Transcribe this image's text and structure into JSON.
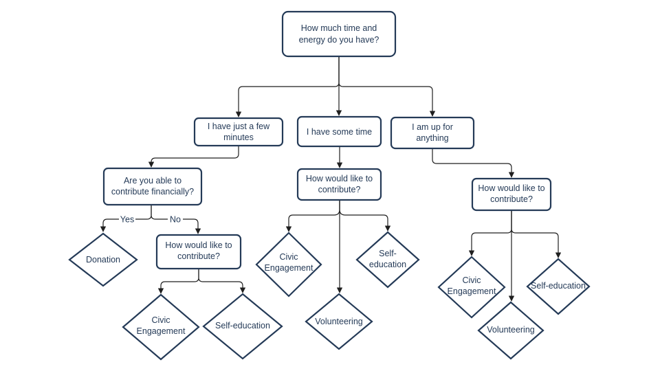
{
  "diagram": {
    "colors": {
      "shape_stroke": "#243a57",
      "text": "#243a57",
      "connector": "#1f1f1f",
      "background": "#ffffff"
    },
    "nodes": [
      {
        "id": "q_time",
        "shape": "rect",
        "lines": [
          "How much time and",
          "energy do you have?"
        ]
      },
      {
        "id": "few_minutes",
        "shape": "rect",
        "lines": [
          "I have just a few",
          "minutes"
        ]
      },
      {
        "id": "some_time",
        "shape": "rect",
        "lines": [
          "I have some time"
        ]
      },
      {
        "id": "anything",
        "shape": "rect",
        "lines": [
          "I am up for",
          "anything"
        ]
      },
      {
        "id": "q_financial",
        "shape": "rect",
        "lines": [
          "Are you able to",
          "contribute financially?"
        ]
      },
      {
        "id": "q_contribute_mid",
        "shape": "rect",
        "lines": [
          "How would like to",
          "contribute?"
        ]
      },
      {
        "id": "q_contribute_right",
        "shape": "rect",
        "lines": [
          "How would like to",
          "contribute?"
        ]
      },
      {
        "id": "donation",
        "shape": "diamond",
        "lines": [
          "Donation"
        ]
      },
      {
        "id": "q_contribute_left",
        "shape": "rect",
        "lines": [
          "How would like to",
          "contribute?"
        ]
      },
      {
        "id": "civic_mid",
        "shape": "diamond",
        "lines": [
          "Civic",
          "Engagement"
        ]
      },
      {
        "id": "self_ed_mid",
        "shape": "diamond",
        "lines": [
          "Self-",
          "education"
        ]
      },
      {
        "id": "volunteer_mid",
        "shape": "diamond",
        "lines": [
          "Volunteering"
        ]
      },
      {
        "id": "civic_right",
        "shape": "diamond",
        "lines": [
          "Civic",
          "Engagement"
        ]
      },
      {
        "id": "self_ed_right",
        "shape": "diamond",
        "lines": [
          "Self-education"
        ]
      },
      {
        "id": "volunteer_right",
        "shape": "diamond",
        "lines": [
          "Volunteering"
        ]
      },
      {
        "id": "civic_left",
        "shape": "diamond",
        "lines": [
          "Civic",
          "Engagement"
        ]
      },
      {
        "id": "self_ed_left",
        "shape": "diamond",
        "lines": [
          "Self-education"
        ]
      }
    ],
    "edges": [
      {
        "from": "q_time",
        "to": "few_minutes",
        "label": ""
      },
      {
        "from": "q_time",
        "to": "some_time",
        "label": ""
      },
      {
        "from": "q_time",
        "to": "anything",
        "label": ""
      },
      {
        "from": "few_minutes",
        "to": "q_financial",
        "label": ""
      },
      {
        "from": "some_time",
        "to": "q_contribute_mid",
        "label": ""
      },
      {
        "from": "anything",
        "to": "q_contribute_right",
        "label": ""
      },
      {
        "from": "q_financial",
        "to": "donation",
        "label": "Yes"
      },
      {
        "from": "q_financial",
        "to": "q_contribute_left",
        "label": "No"
      },
      {
        "from": "q_contribute_mid",
        "to": "civic_mid",
        "label": ""
      },
      {
        "from": "q_contribute_mid",
        "to": "volunteer_mid",
        "label": ""
      },
      {
        "from": "q_contribute_mid",
        "to": "self_ed_mid",
        "label": ""
      },
      {
        "from": "q_contribute_right",
        "to": "civic_right",
        "label": ""
      },
      {
        "from": "q_contribute_right",
        "to": "volunteer_right",
        "label": ""
      },
      {
        "from": "q_contribute_right",
        "to": "self_ed_right",
        "label": ""
      },
      {
        "from": "q_contribute_left",
        "to": "civic_left",
        "label": ""
      },
      {
        "from": "q_contribute_left",
        "to": "self_ed_left",
        "label": ""
      }
    ]
  }
}
